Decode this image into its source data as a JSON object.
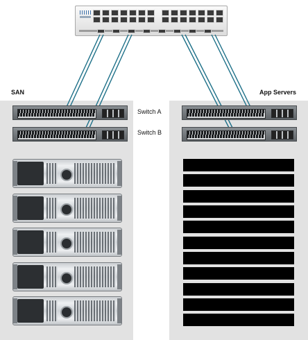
{
  "labels": {
    "san": "SAN",
    "app_servers": "App Servers",
    "switch_a": "Switch A",
    "switch_b": "Switch B"
  },
  "colors": {
    "cable": "#1d7088",
    "rack_background": "#e2e2e2",
    "server_face": "#000000"
  },
  "icons": {
    "core_switch": "cisco-core-switch-icon",
    "access_switch": "rack-switch-icon",
    "storage_array": "dell-storage-array-icon",
    "server": "rack-server-icon"
  }
}
